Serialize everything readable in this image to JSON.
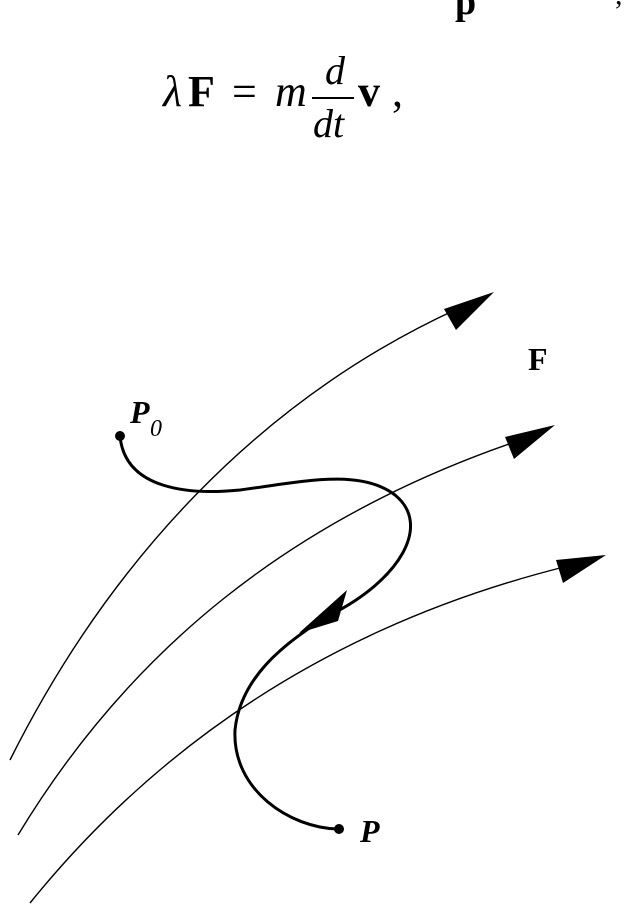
{
  "equation": {
    "lambda": "λ",
    "force": "F",
    "equals": "=",
    "mass": "m",
    "numerator": "d",
    "denominator": "dt",
    "velocity": "v",
    "trailing": ","
  },
  "header_fragment": "p",
  "labels": {
    "field": "F",
    "start_point": "P",
    "start_subscript": "0",
    "end_point": "P"
  },
  "colors": {
    "ink": "#000000",
    "background": "#ffffff"
  }
}
